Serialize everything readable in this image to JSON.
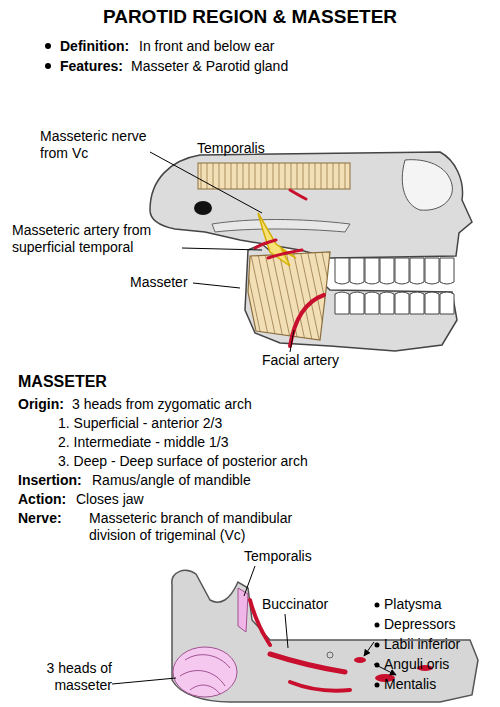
{
  "diagram": {
    "title": "PAROTID REGION & MASSETER",
    "labels": [
      "Definition:",
      "In front and below ear",
      "Features:",
      "Masseter & Parotid gland",
      "Masseteric nerve from Vc",
      "Temporalis",
      "Masseteric artery from superficial temporal",
      "Masseter",
      "Facial artery",
      "MASSETER",
      "Origin:",
      "3 heads from zygomatic arch",
      "1. Superficial - anterior 2/3",
      "2. Intermediate - middle 1/3",
      "3. Deep - Deep surface of posterior arch",
      "Insertion:",
      "Ramus/angle of mandible",
      "Action:",
      "Closes jaw",
      "Nerve:",
      "Masseteric branch of mandibular division of trigeminal (Vc)",
      "Temporalis",
      "Buccinator",
      "3 heads of masseter",
      "Platysma",
      "Depressors",
      "Labii inferior",
      "Anguli oris",
      "Mentalis"
    ]
  }
}
